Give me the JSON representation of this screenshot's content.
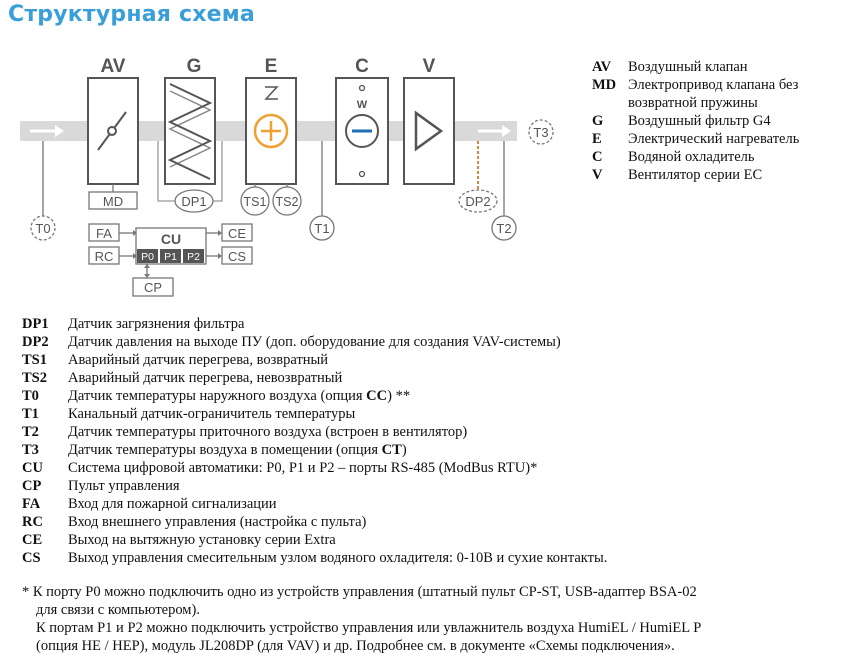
{
  "title": "Структурная схема",
  "diagram": {
    "units": {
      "AV": "AV",
      "G": "G",
      "E": "E",
      "C": "C",
      "V": "V"
    },
    "cooler_mark": "W",
    "labels": {
      "MD": "MD",
      "DP1": "DP1",
      "TS1": "TS1",
      "TS2": "TS2",
      "DP2": "DP2",
      "T0": "T0",
      "T1": "T1",
      "T2": "T2",
      "T3": "T3",
      "FA": "FA",
      "RC": "RC",
      "CU": "CU",
      "CE": "CE",
      "CS": "CS",
      "CP": "CP",
      "P0": "P0",
      "P1": "P1",
      "P2": "P2"
    },
    "colors": {
      "duct": "#d9d9d9",
      "lines": "#555555",
      "heater": "#f0a030",
      "cooler": "#1f6fb5",
      "dp2_link": "#d08a40",
      "title": "#3a9fd8"
    }
  },
  "legend_top": [
    {
      "key": "AV",
      "text": "Воздушный клапан"
    },
    {
      "key": "MD",
      "text": "Электропривод клапана без"
    },
    {
      "key": "",
      "text": "возвратной пружины"
    },
    {
      "key": "G",
      "text": "Воздушный фильтр G4"
    },
    {
      "key": "E",
      "text": "Электрический нагреватель"
    },
    {
      "key": "C",
      "text": "Водяной охладитель"
    },
    {
      "key": "V",
      "text": "Вентилятор серии EC"
    }
  ],
  "legend_bottom": [
    {
      "key": "DP1",
      "text": "Датчик загрязнения фильтра"
    },
    {
      "key": "DP2",
      "text": "Датчик давления на выходе ПУ (доп. оборудование для создания VAV-системы)"
    },
    {
      "key": "TS1",
      "text": "Аварийный датчик перегрева, возвратный"
    },
    {
      "key": "TS2",
      "text": "Аварийный датчик перегрева, невозвратный"
    },
    {
      "key": "T0",
      "pre": "Датчик температуры наружного воздуха (опция ",
      "bold": "CC",
      "post": ") **"
    },
    {
      "key": "T1",
      "text": "Канальный датчик-ограничитель температуры"
    },
    {
      "key": "T2",
      "text": "Датчик температуры приточного воздуха (встроен в вентилятор)"
    },
    {
      "key": "T3",
      "pre": "Датчик температуры воздуха в помещении (опция ",
      "bold": "CT",
      "post": ")"
    },
    {
      "key": "CU",
      "text": "Система цифровой автоматики: P0, P1 и P2 – порты RS-485 (ModBus RTU)*"
    },
    {
      "key": "CP",
      "text": "Пульт управления"
    },
    {
      "key": "FA",
      "text": "Вход для пожарной сигнализации"
    },
    {
      "key": "RC",
      "text": "Вход внешнего управления (настройка с пульта)"
    },
    {
      "key": "CE",
      "text": "Выход на вытяжную установку серии Extra"
    },
    {
      "key": "CS",
      "text": "Выход управления смесительным узлом водяного охладителя: 0-10В и сухие контакты."
    }
  ],
  "notes": {
    "line1": "* К порту P0 можно подключить одно из устройств управления (штатный пульт CP-ST, USB-адаптер BSA-02",
    "line2": "для связи с компьютером).",
    "line3": "К портам P1 и P2 можно подключить устройство управления или увлажнитель воздуха HumiEL /  HumiEL P",
    "line4": "(опция HE / HEP), модуль JL208DP (для VAV) и др. Подробнее см. в документе «Схемы подключения»."
  }
}
